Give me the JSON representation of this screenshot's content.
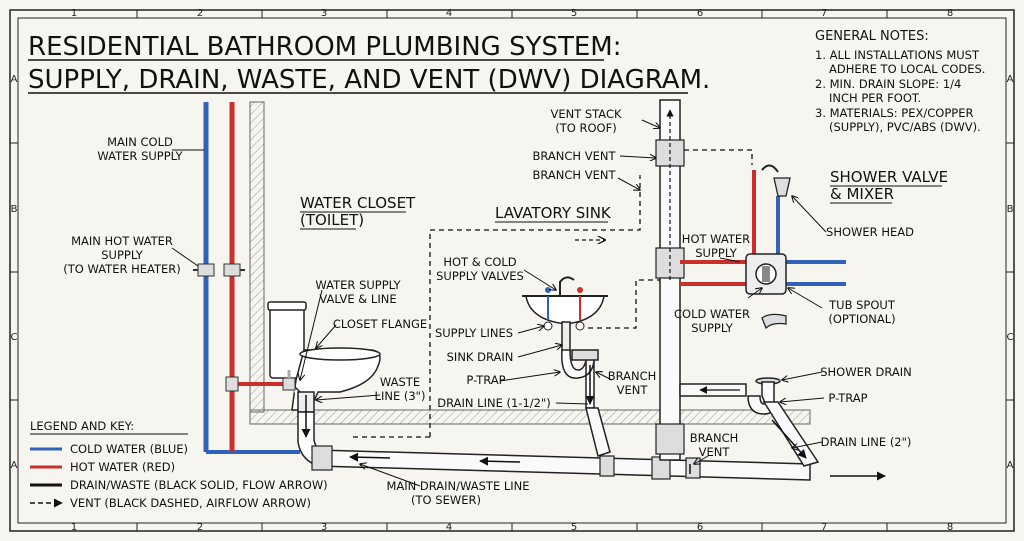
{
  "title": {
    "line1": "RESIDENTIAL BATHROOM PLUMBING SYSTEM:",
    "line2": "SUPPLY, DRAIN, WASTE, AND VENT (DWV) DIAGRAM."
  },
  "grid": {
    "columns": [
      "1",
      "2",
      "3",
      "4",
      "5",
      "6",
      "7",
      "8"
    ],
    "rows_left": [
      "A",
      "B",
      "C",
      "A"
    ],
    "rows_right": [
      "A",
      "B",
      "C",
      "A"
    ]
  },
  "notes": {
    "heading": "GENERAL NOTES:",
    "lines": [
      "1. ALL INSTALLATIONS MUST",
      "ADHERE TO LOCAL CODES.",
      "2. MIN. DRAIN SLOPE: 1/4",
      "INCH PER FOOT.",
      "3. MATERIALS: PEX/COPPER",
      "(SUPPLY), PVC/ABS (DWV)."
    ]
  },
  "sections": {
    "toilet": [
      "WATER CLOSET",
      "(TOILET)"
    ],
    "sink": "LAVATORY SINK",
    "shower": [
      "SHOWER VALVE",
      "& MIXER"
    ]
  },
  "labels": {
    "main_cold": [
      "MAIN COLD",
      "WATER SUPPLY"
    ],
    "main_hot": [
      "MAIN HOT WATER",
      "SUPPLY",
      "(TO WATER HEATER)"
    ],
    "water_supply_valve": [
      "WATER SUPPLY",
      "VALVE & LINE"
    ],
    "closet_flange": "CLOSET FLANGE",
    "waste_line": [
      "WASTE",
      "LINE (3\")"
    ],
    "hot_cold_valves": [
      "HOT & COLD",
      "SUPPLY VALVES"
    ],
    "supply_lines": "SUPPLY LINES",
    "sink_drain": "SINK DRAIN",
    "p_trap": "P-TRAP",
    "drain_line_sink": "DRAIN LINE (1-1/2\")",
    "branch_vent_sink": [
      "BRANCH",
      "VENT"
    ],
    "vent_stack": [
      "VENT STACK",
      "(TO ROOF)"
    ],
    "branch_vent_1": "BRANCH VENT",
    "branch_vent_2": "BRANCH VENT",
    "hot_water_supply": [
      "HOT WATER",
      "SUPPLY"
    ],
    "cold_water_supply": [
      "COLD WATER",
      "SUPPLY"
    ],
    "shower_head": "SHOWER HEAD",
    "tub_spout": [
      "TUB SPOUT",
      "(OPTIONAL)"
    ],
    "shower_drain": "SHOWER DRAIN",
    "p_trap_shower": "P-TRAP",
    "drain_line_shower": "DRAIN LINE (2\")",
    "branch_vent_bottom": [
      "BRANCH",
      "VENT"
    ],
    "main_drain": [
      "MAIN DRAIN/WASTE LINE",
      "(TO SEWER)"
    ]
  },
  "legend": {
    "title": "LEGEND AND KEY:",
    "items": [
      {
        "label": "COLD WATER (BLUE)",
        "style": "solid",
        "color": "#2f62b8"
      },
      {
        "label": "HOT WATER (RED)",
        "style": "solid",
        "color": "#c9302c"
      },
      {
        "label": "DRAIN/WASTE (BLACK SOLID, FLOW ARROW)",
        "style": "solid",
        "color": "#111111"
      },
      {
        "label": "VENT (BLACK DASHED, AIRFLOW ARROW)",
        "style": "dashed",
        "color": "#111111"
      }
    ]
  },
  "colors": {
    "cold": "#2f62b8",
    "hot": "#c9302c",
    "drain": "#111111",
    "paper": "#f7f5ef"
  }
}
